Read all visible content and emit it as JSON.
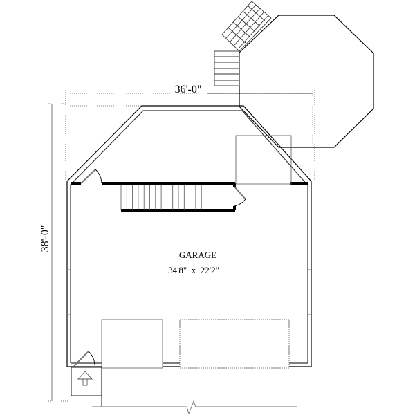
{
  "dimensions": {
    "width_label": "36'-0\"",
    "depth_label": "38'-0\""
  },
  "rooms": [
    {
      "name": "GARAGE",
      "size": "34'8\"  x  22'2\""
    }
  ],
  "colors": {
    "line": "#000000",
    "secondary_line": "#888888",
    "background": "#ffffff"
  }
}
